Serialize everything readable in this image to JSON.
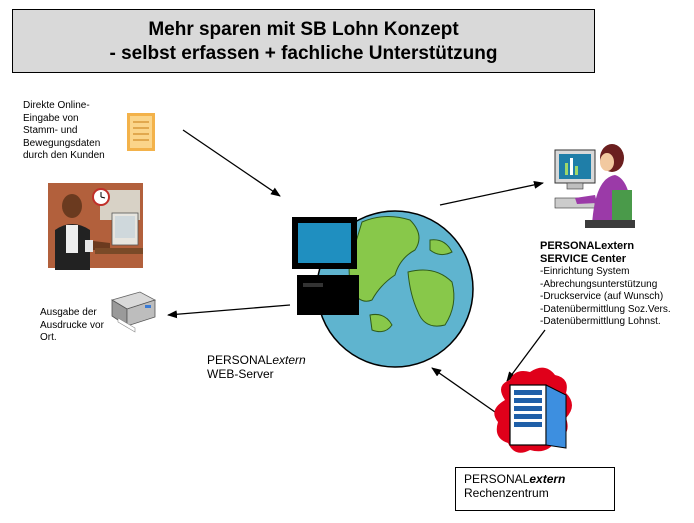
{
  "header": {
    "title_line1": "Mehr sparen mit SB Lohn Konzept",
    "title_line2": "- selbst erfassen + fachliche Unterstützung"
  },
  "customer": {
    "lines": [
      "Direkte Online-",
      "Eingabe von",
      "Stamm- und",
      "Bewegungsdaten",
      "durch den Kunden"
    ]
  },
  "printout": {
    "lines": [
      "Ausgabe der",
      "Ausdrucke vor",
      "Ort."
    ]
  },
  "web_server": {
    "name_plain": "PERSONAL",
    "name_italic": "extern",
    "subtitle": "WEB-Server"
  },
  "service_center": {
    "name": "PERSONALextern",
    "subtitle": "SERVICE Center",
    "items": [
      "-Einrichtung System",
      "-Abrechungsunterstützung",
      "-Druckservice (auf Wunsch)",
      "-Datenübermittlung Soz.Vers.",
      "-Datenübermittlung Lohnst."
    ]
  },
  "datacenter": {
    "name_plain": "PERSONAL",
    "name_italic": "extern",
    "subtitle": "Rechenzentrum"
  },
  "colors": {
    "title_bg": "#d9d9d9",
    "globe_blue": "#5fb4cf",
    "land_green": "#88c84a",
    "screen_blue": "#1f8fc0",
    "splash_red": "#e0001a"
  },
  "icons": [
    "document-icon",
    "office-worker-icon",
    "clock-icon",
    "printer-icon",
    "globe-icon",
    "monitor-icon",
    "operator-icon",
    "server-icon"
  ]
}
